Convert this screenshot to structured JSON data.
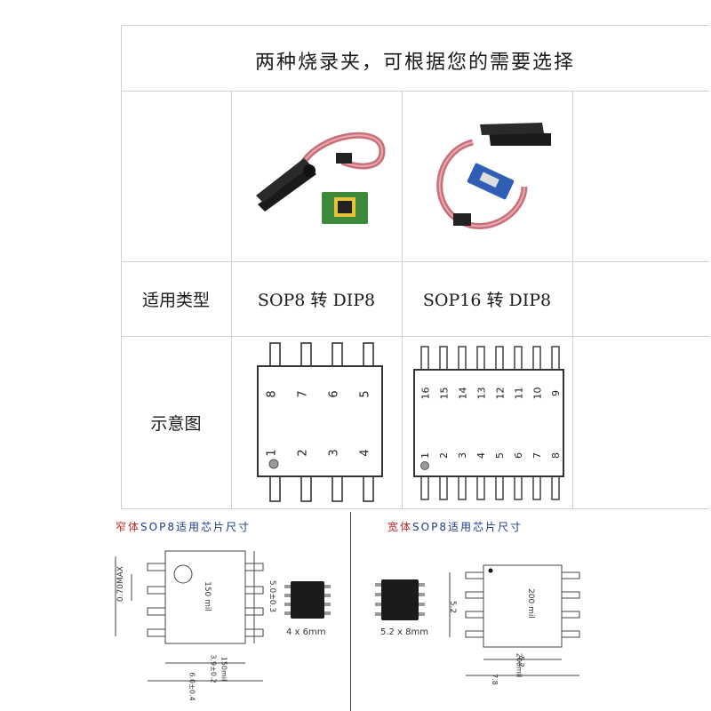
{
  "header": {
    "title": "两种烧录夹，可根据您的需要选择"
  },
  "rows": {
    "type_label": "适用类型",
    "diagram_label": "示意图"
  },
  "columns": [
    {
      "type": "SOP8 转 DIP8"
    },
    {
      "type": "SOP16 转 DIP8"
    }
  ],
  "sop8_pins": {
    "top": [
      "8",
      "7",
      "6",
      "5"
    ],
    "bottom": [
      "1",
      "2",
      "3",
      "4"
    ]
  },
  "sop16_pins": {
    "top": [
      "16",
      "15",
      "14",
      "13",
      "12",
      "11",
      "10",
      "9"
    ],
    "bottom": [
      "1",
      "2",
      "3",
      "4",
      "5",
      "6",
      "7",
      "8"
    ]
  },
  "narrow": {
    "caption_prefix": "窄体",
    "caption_rest": "SOP8适用芯片尺寸",
    "size": "4 x 6mm",
    "mil": "150 mil",
    "dim_right": "5.0±0.3",
    "dim_bottom": "6.0±0.4",
    "dim_inner": "3.9±0.2",
    "dim_150": "150mil",
    "dim_max": "0.70MAX"
  },
  "wide": {
    "caption_prefix": "宽体",
    "caption_rest": "SOP8适用芯片尺寸",
    "size": "5.2 x 8mm",
    "mil": "200 mil",
    "dim_side": "5.2",
    "dim_inner": "5.2",
    "dim_200": "200mil",
    "dim_bottom": "7.8"
  },
  "colors": {
    "red": "#c0282a",
    "blue": "#1e3a8a",
    "grid": "#cfcfcf",
    "pcb_green": "#3c8a3a",
    "cable_red": "#b44"
  }
}
